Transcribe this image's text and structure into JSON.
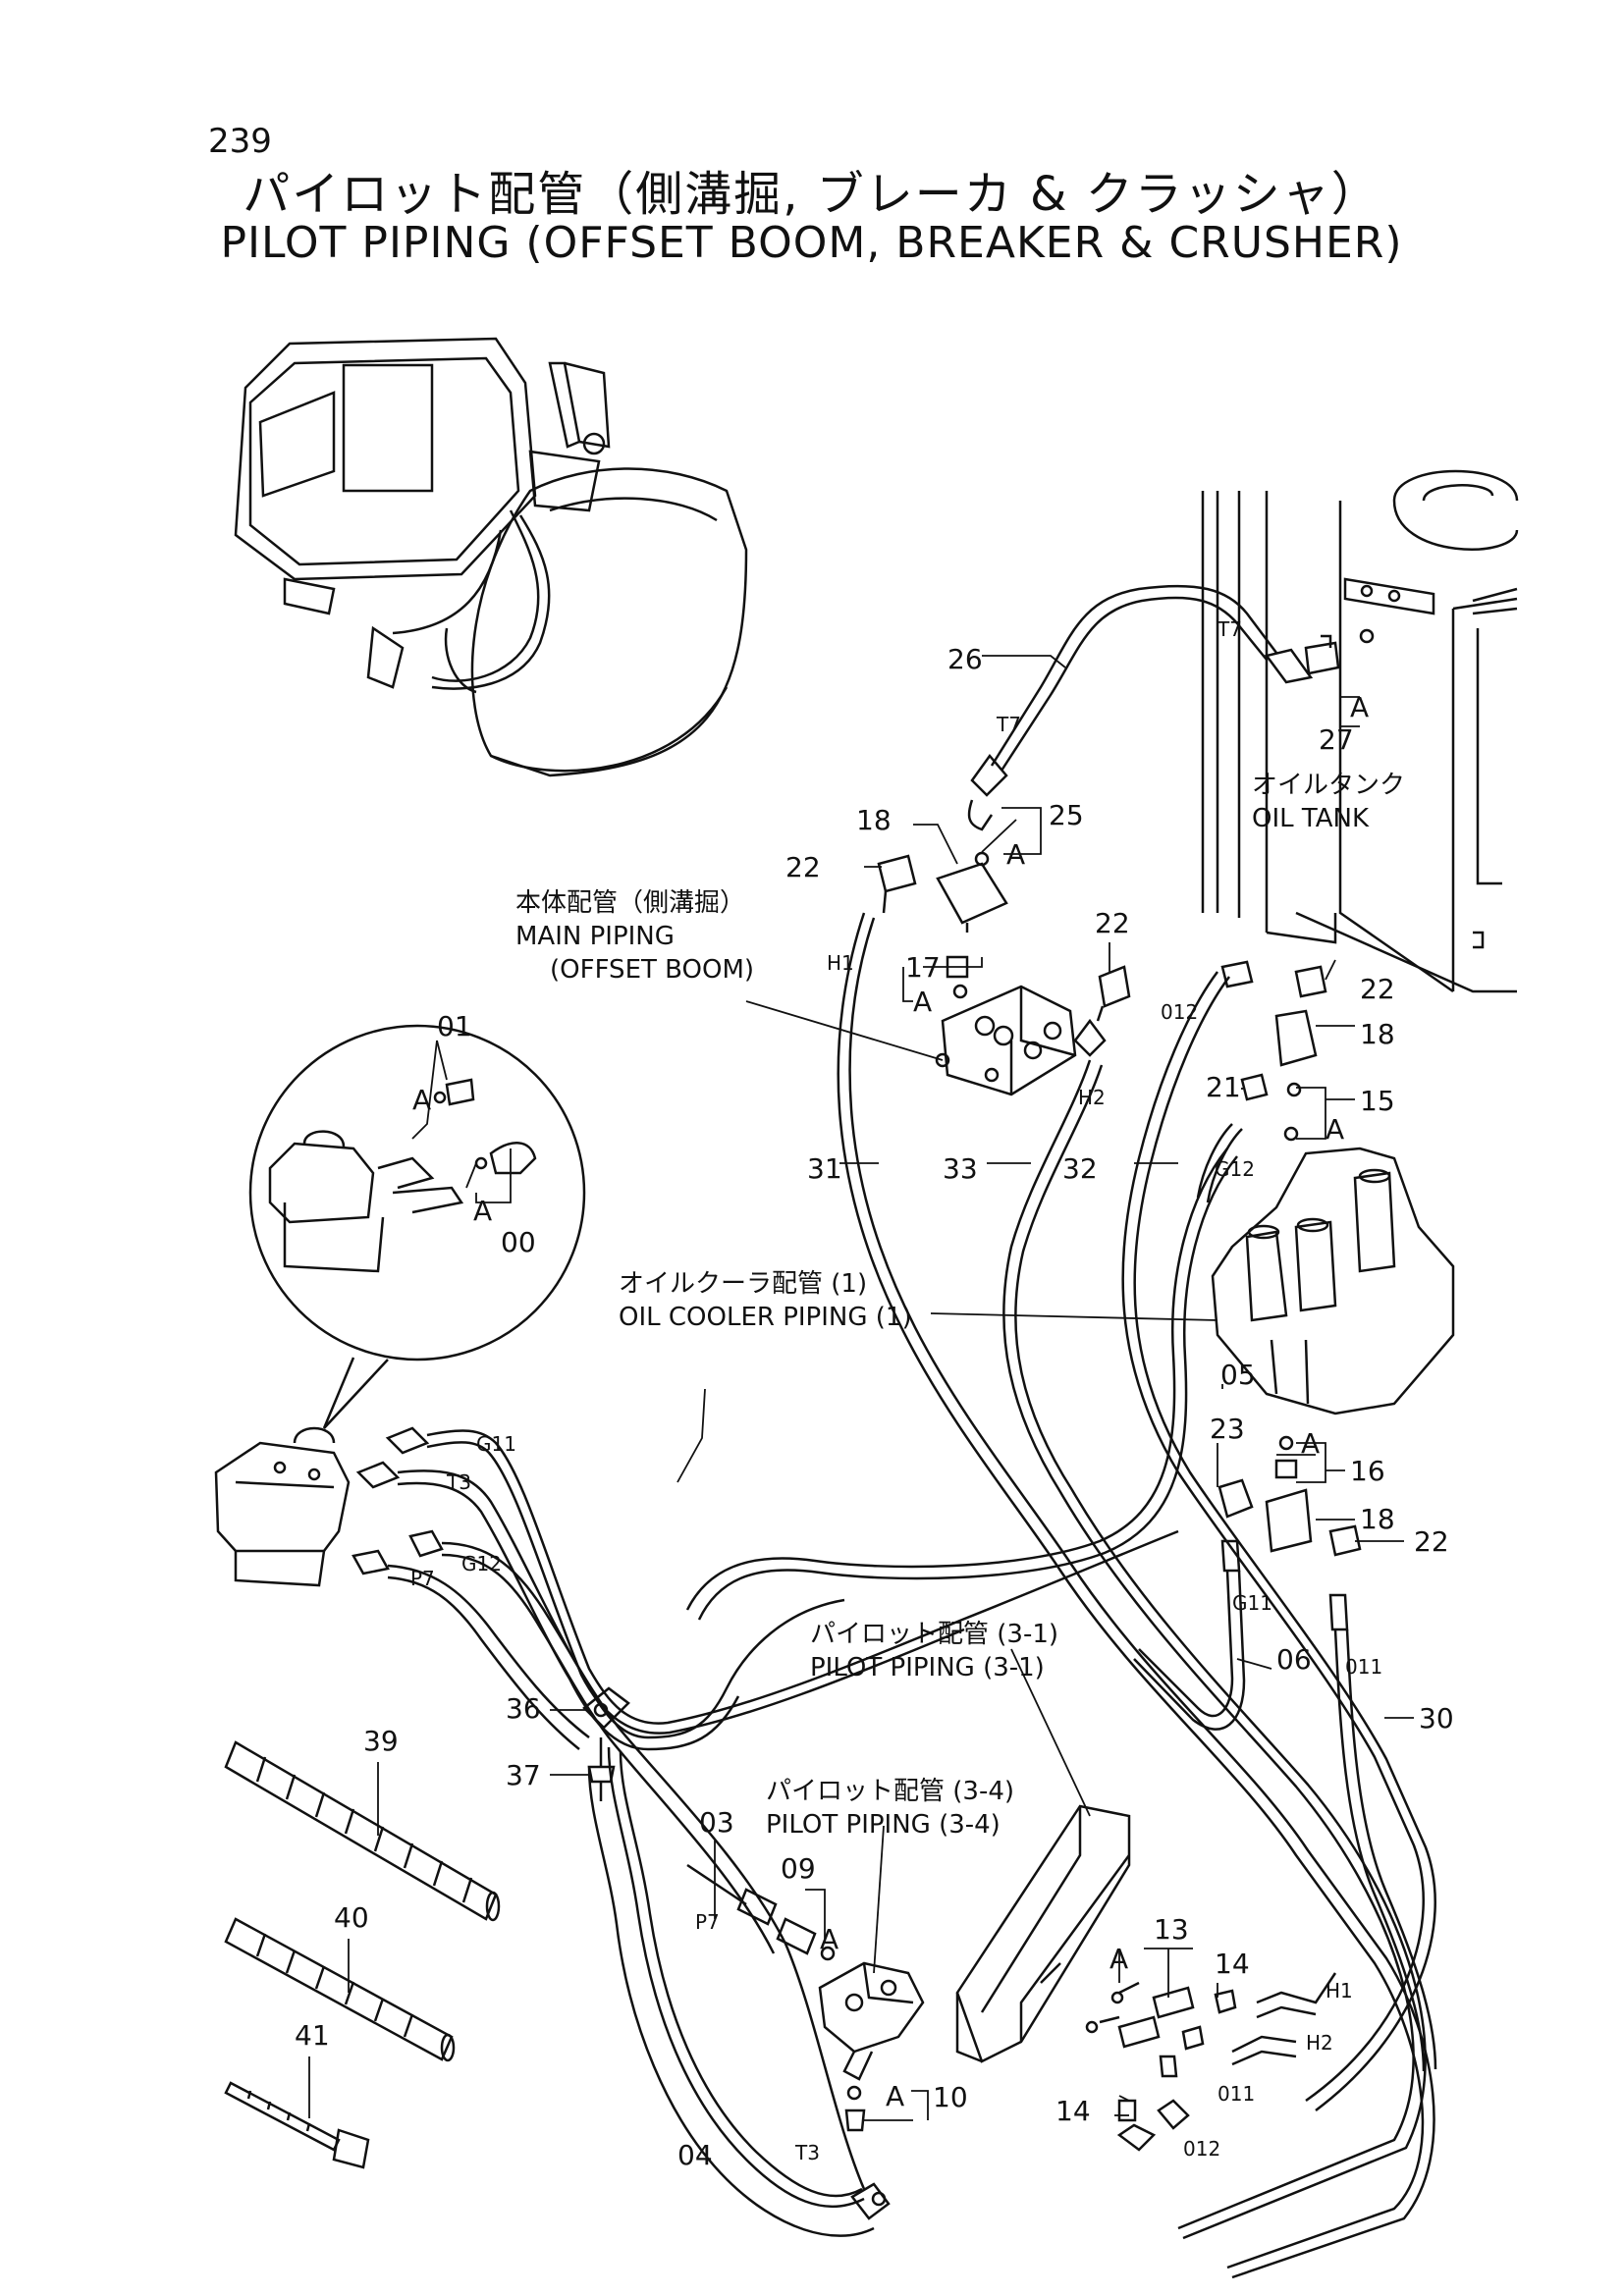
{
  "page_number": "239",
  "title_jp": "パイロット配管（側溝掘, ブレーカ & クラッシャ）",
  "title_en": "PILOT PIPING (OFFSET BOOM, BREAKER & CRUSHER)",
  "captions": {
    "oil_tank_jp": "オイルタンク",
    "oil_tank_en": "OIL TANK",
    "main_piping_jp": "本体配管（側溝掘）",
    "main_piping_en1": "MAIN PIPING",
    "main_piping_en2": "(OFFSET BOOM)",
    "oil_cooler_jp": "オイルクーラ配管 (1)",
    "oil_cooler_en": "OIL COOLER PIPING (1)",
    "pilot31_jp": "パイロット配管 (3-1)",
    "pilot31_en": "PILOT PIPING (3-1)",
    "pilot34_jp": "パイロット配管 (3-4)",
    "pilot34_en": "PILOT PIPING (3-4)"
  },
  "part_labels": {
    "p26": "26",
    "p27": "27",
    "p25": "25",
    "p18a": "18",
    "p22a": "22",
    "p22b": "22",
    "p17": "17",
    "p22c": "22",
    "p18b": "18",
    "p21": "21",
    "p15": "15",
    "p31": "31",
    "p33": "33",
    "p32": "32",
    "p05": "05",
    "p23": "23",
    "p16": "16",
    "p18c": "18",
    "p22d": "22",
    "p06": "06",
    "p30": "30",
    "p36": "36",
    "p37": "37",
    "p39": "39",
    "p40": "40",
    "p41": "41",
    "p03": "03",
    "p09": "09",
    "p10": "10",
    "p04": "04",
    "p13": "13",
    "p14a": "14",
    "p14b": "14",
    "p01": "01",
    "p00": "00"
  },
  "hose_tags": {
    "t7a": "T7",
    "t7b": "T7",
    "h1a": "H1",
    "h2a": "H2",
    "o12a": "012",
    "g12a": "G12",
    "g11a": "G11",
    "t3a": "T3",
    "g12b": "G12",
    "p7a": "P7",
    "g11b": "G11",
    "o11a": "011",
    "p7b": "P7",
    "t3b": "T3",
    "h1b": "H1",
    "h2b": "H2",
    "o11b": "011",
    "o12b": "012"
  },
  "detail_marks": {
    "a1": "A",
    "a2": "A",
    "a3": "A",
    "a4": "A",
    "a5": "A",
    "a6": "A",
    "a7": "A",
    "a8": "A",
    "a9": "A",
    "a10": "A",
    "a11": "A"
  }
}
